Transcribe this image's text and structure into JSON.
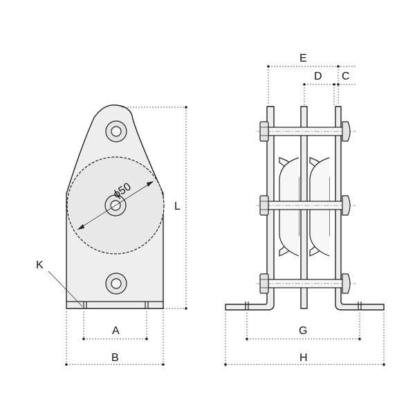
{
  "labels": {
    "A": "A",
    "B": "B",
    "C": "C",
    "D": "D",
    "E": "E",
    "G": "G",
    "H": "H",
    "K": "K",
    "L": "L",
    "diameter": "ϕ50"
  }
}
